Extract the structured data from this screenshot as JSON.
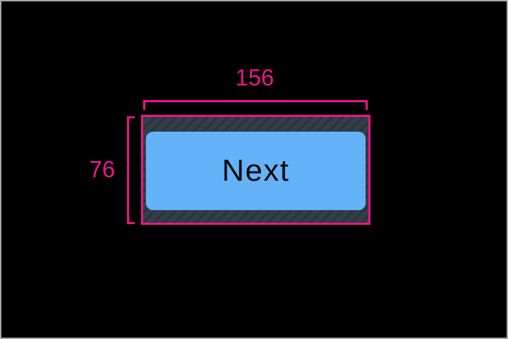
{
  "colors": {
    "accent": "#f0128c",
    "button": "#64b3f8",
    "button-text": "#0a0a0a",
    "hatch-base": "#343e49",
    "hatch-stripe": "#2a333d",
    "canvas-bg": "#000000",
    "canvas-border": "#a8a8a8"
  },
  "annotations": {
    "width": "156",
    "height": "76"
  },
  "button": {
    "label": "Next"
  }
}
